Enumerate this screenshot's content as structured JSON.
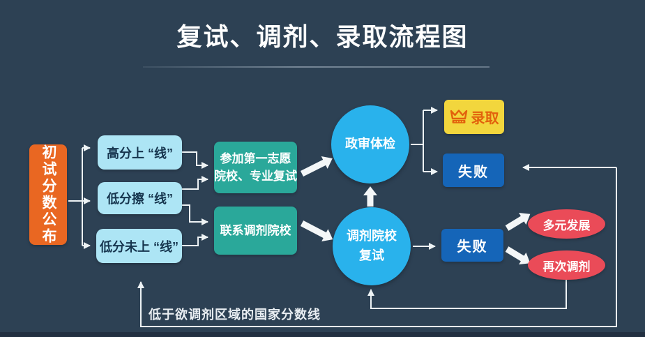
{
  "title": "复试、调剂、录取流程图",
  "nodes": {
    "start": "初试分数公布",
    "high_score": "高分上 “线”",
    "borderline": "低分擦 “线”",
    "below_line": "低分未上 “线”",
    "first_choice_retest": "参加第一志愿\n院校、专业复试",
    "contact_adjustment": "联系调剂院校",
    "political_physical_check": "政审体检",
    "adjustment_school_retest": "调剂院校\n复试",
    "admitted": "录取",
    "fail_after_check": "失败",
    "fail_after_retest": "失败",
    "diversified_development": "多元发展",
    "readjust": "再次调剂"
  },
  "annotations": {
    "feedback_note": "低于欲调剂区域的国家分数线"
  },
  "icons": {
    "admitted_badge": "crown-icon"
  },
  "colors": {
    "background": "#2d4154",
    "footer": "#223041",
    "accent_orange": "#e96722",
    "light_blue": "#ade5f5",
    "dark_text": "#16354e",
    "teal": "#2aa89a",
    "cyan": "#29b2ec",
    "yellow": "#f2d63d",
    "crown_orange": "#e2610c",
    "blue": "#1565b8",
    "red": "#ea4b58",
    "line": "#eef3f5"
  }
}
